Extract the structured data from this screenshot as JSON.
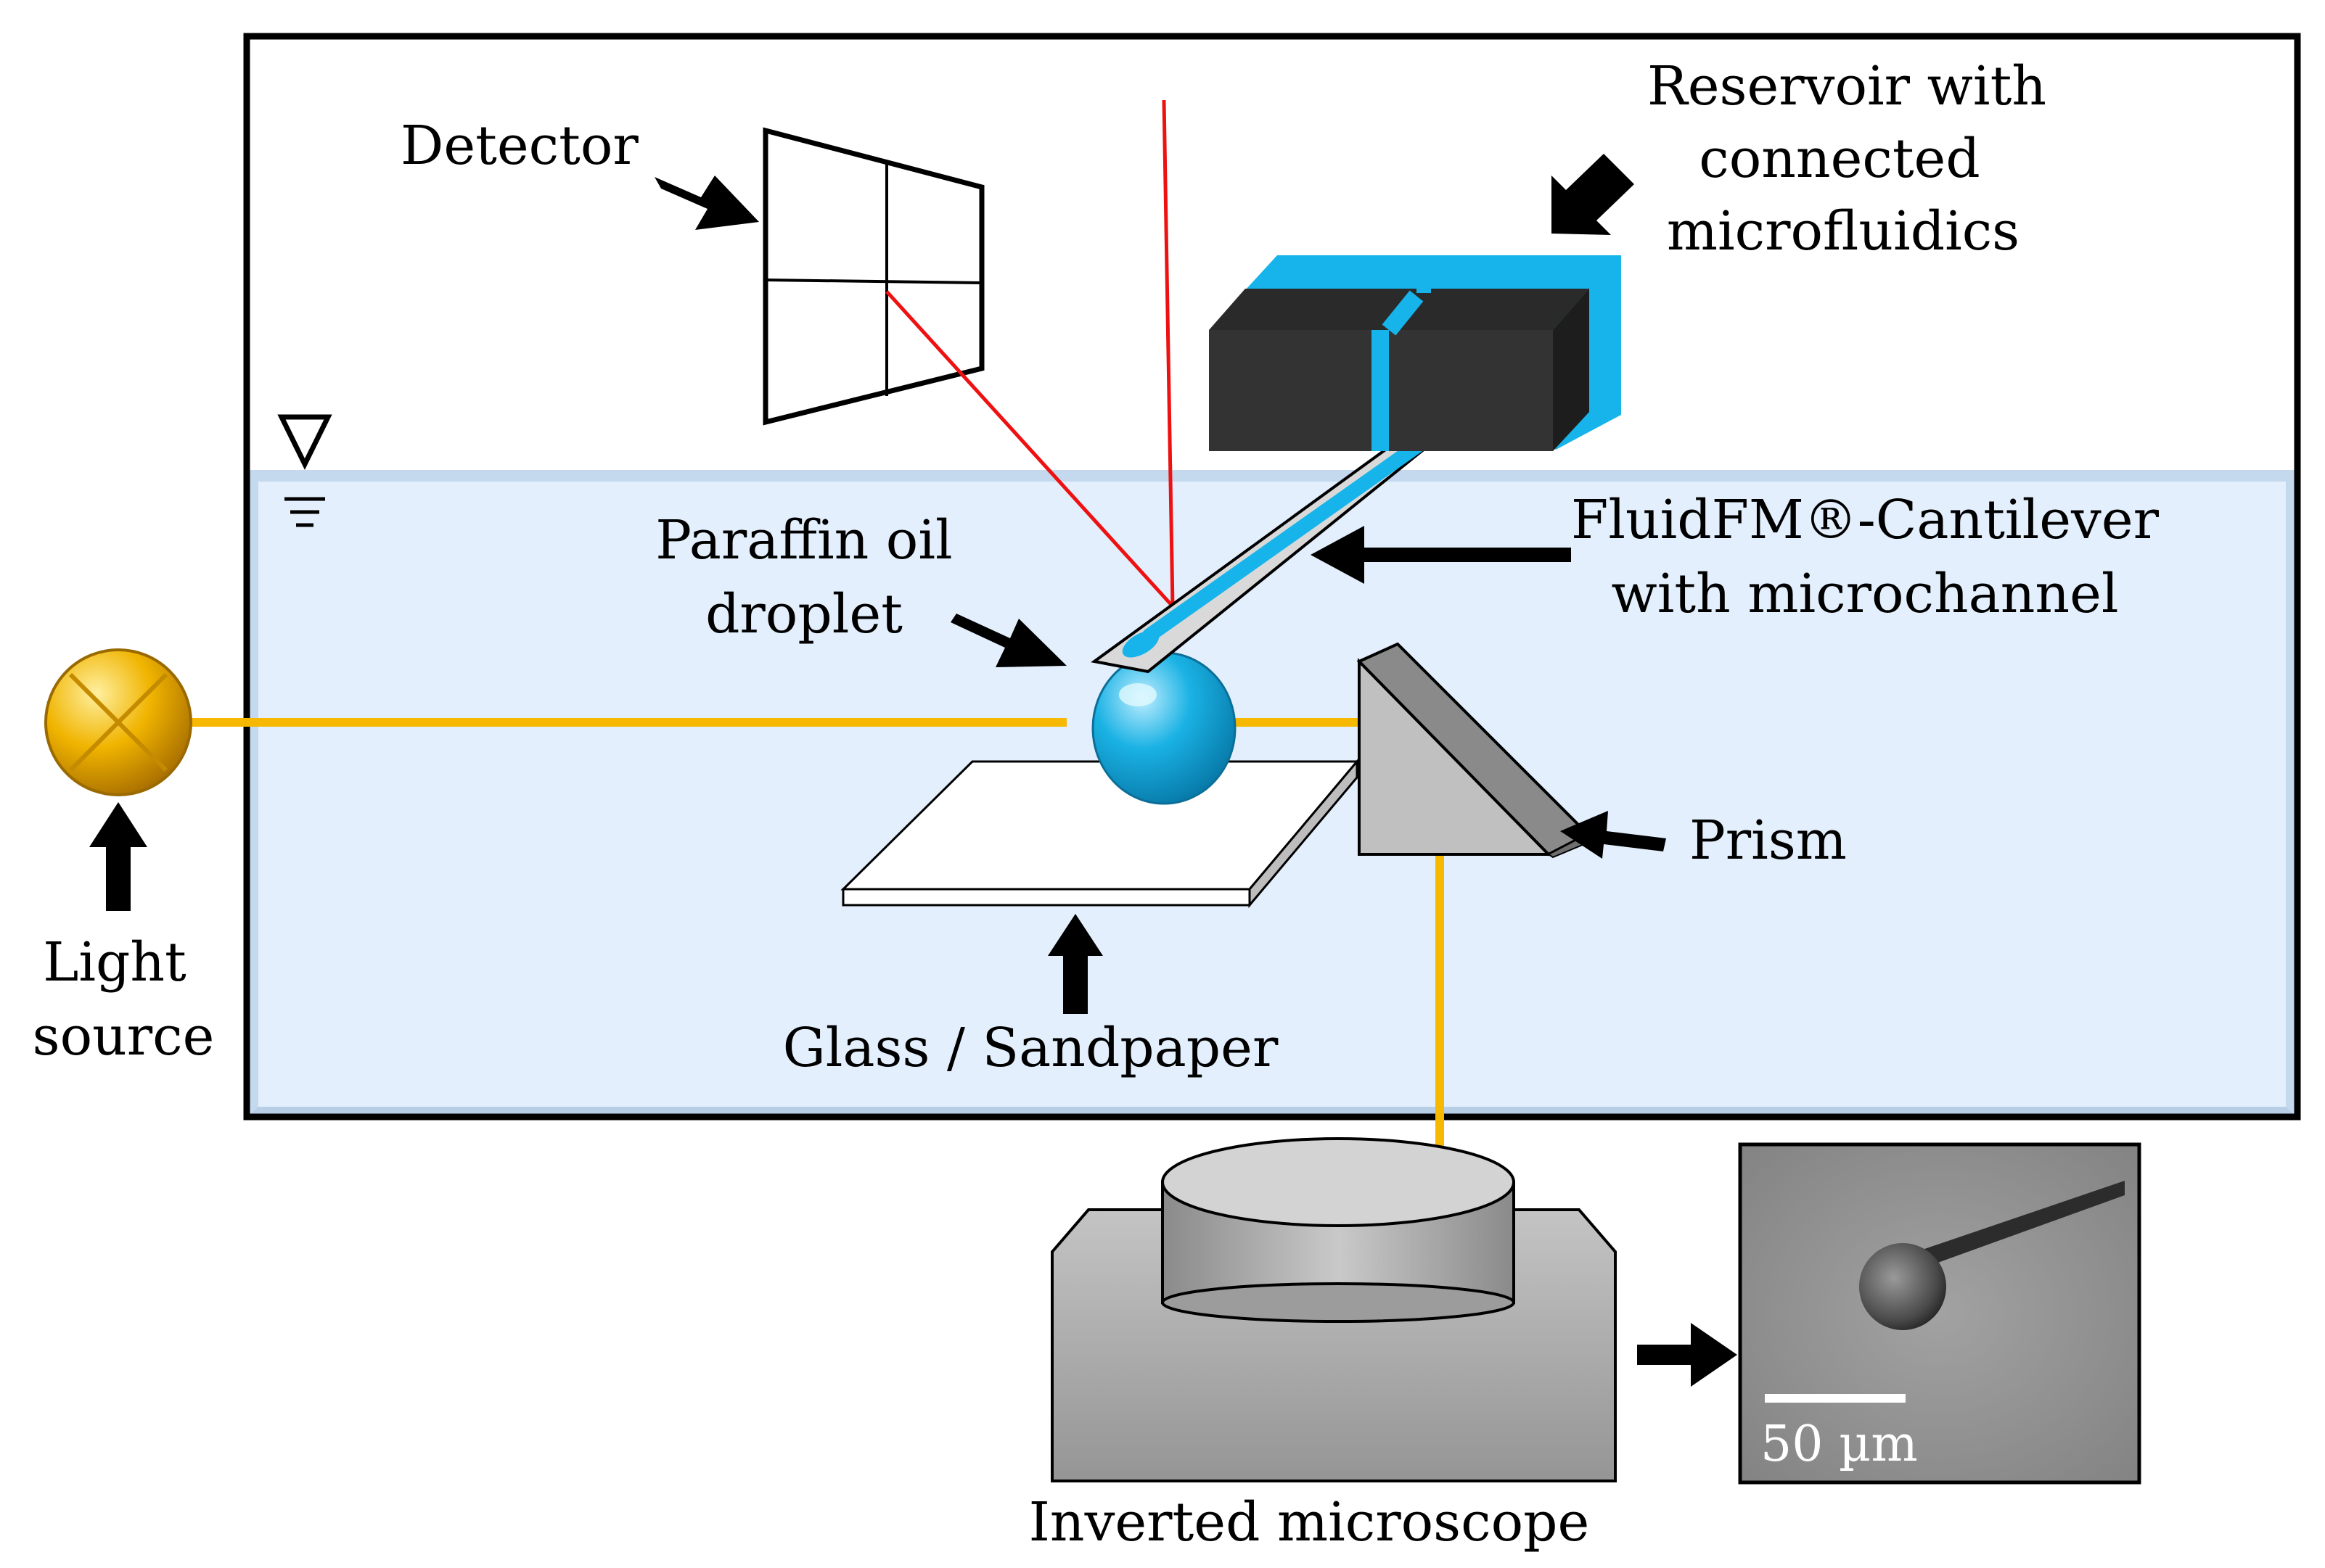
{
  "labels": {
    "detector": "Detector",
    "reservoir": [
      "Reservoir with",
      "connected",
      "microfluidics"
    ],
    "cantilever": [
      "FluidFM®-Cantilever",
      "with microchannel"
    ],
    "droplet": [
      "Paraffin oil",
      "droplet"
    ],
    "prism": "Prism",
    "light_source": [
      "Light",
      "source"
    ],
    "substrate": "Glass / Sandpaper",
    "microscope": "Inverted microscope",
    "scale_bar": "50 µm"
  },
  "icons": {
    "water_level": "water-level-symbol",
    "light_source": "lamp-icon"
  },
  "colors": {
    "bath_fill": "#e3effc",
    "bath_edge": "#c4d8ee",
    "laser": "#ee1111",
    "light_path": "#f6b800",
    "lamp": "#f0b400",
    "microfluidic": "#16b4ea",
    "droplet": "#1ab2e4",
    "reservoir_body": "#333333",
    "microscope_gray": "#a8a8a8",
    "micrograph_bg": "#909090"
  }
}
